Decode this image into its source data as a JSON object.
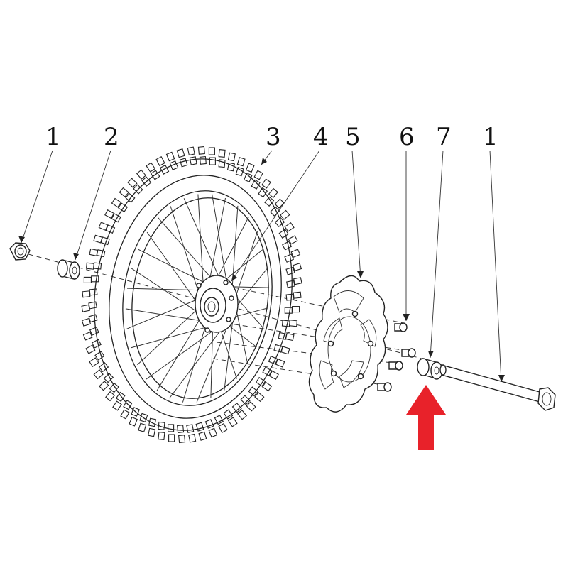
{
  "callouts": [
    {
      "id": "left-nut",
      "number": "1"
    },
    {
      "id": "left-spacer",
      "number": "2"
    },
    {
      "id": "tire",
      "number": "3"
    },
    {
      "id": "rim-spokes",
      "number": "4"
    },
    {
      "id": "brake-disc",
      "number": "5"
    },
    {
      "id": "disc-bolts",
      "number": "6"
    },
    {
      "id": "right-spacer",
      "number": "7"
    },
    {
      "id": "axle",
      "number": "1"
    }
  ],
  "highlight": {
    "color": "#e8222a",
    "target": "right-spacer"
  },
  "colors": {
    "line": "#222222",
    "background": "#ffffff"
  }
}
